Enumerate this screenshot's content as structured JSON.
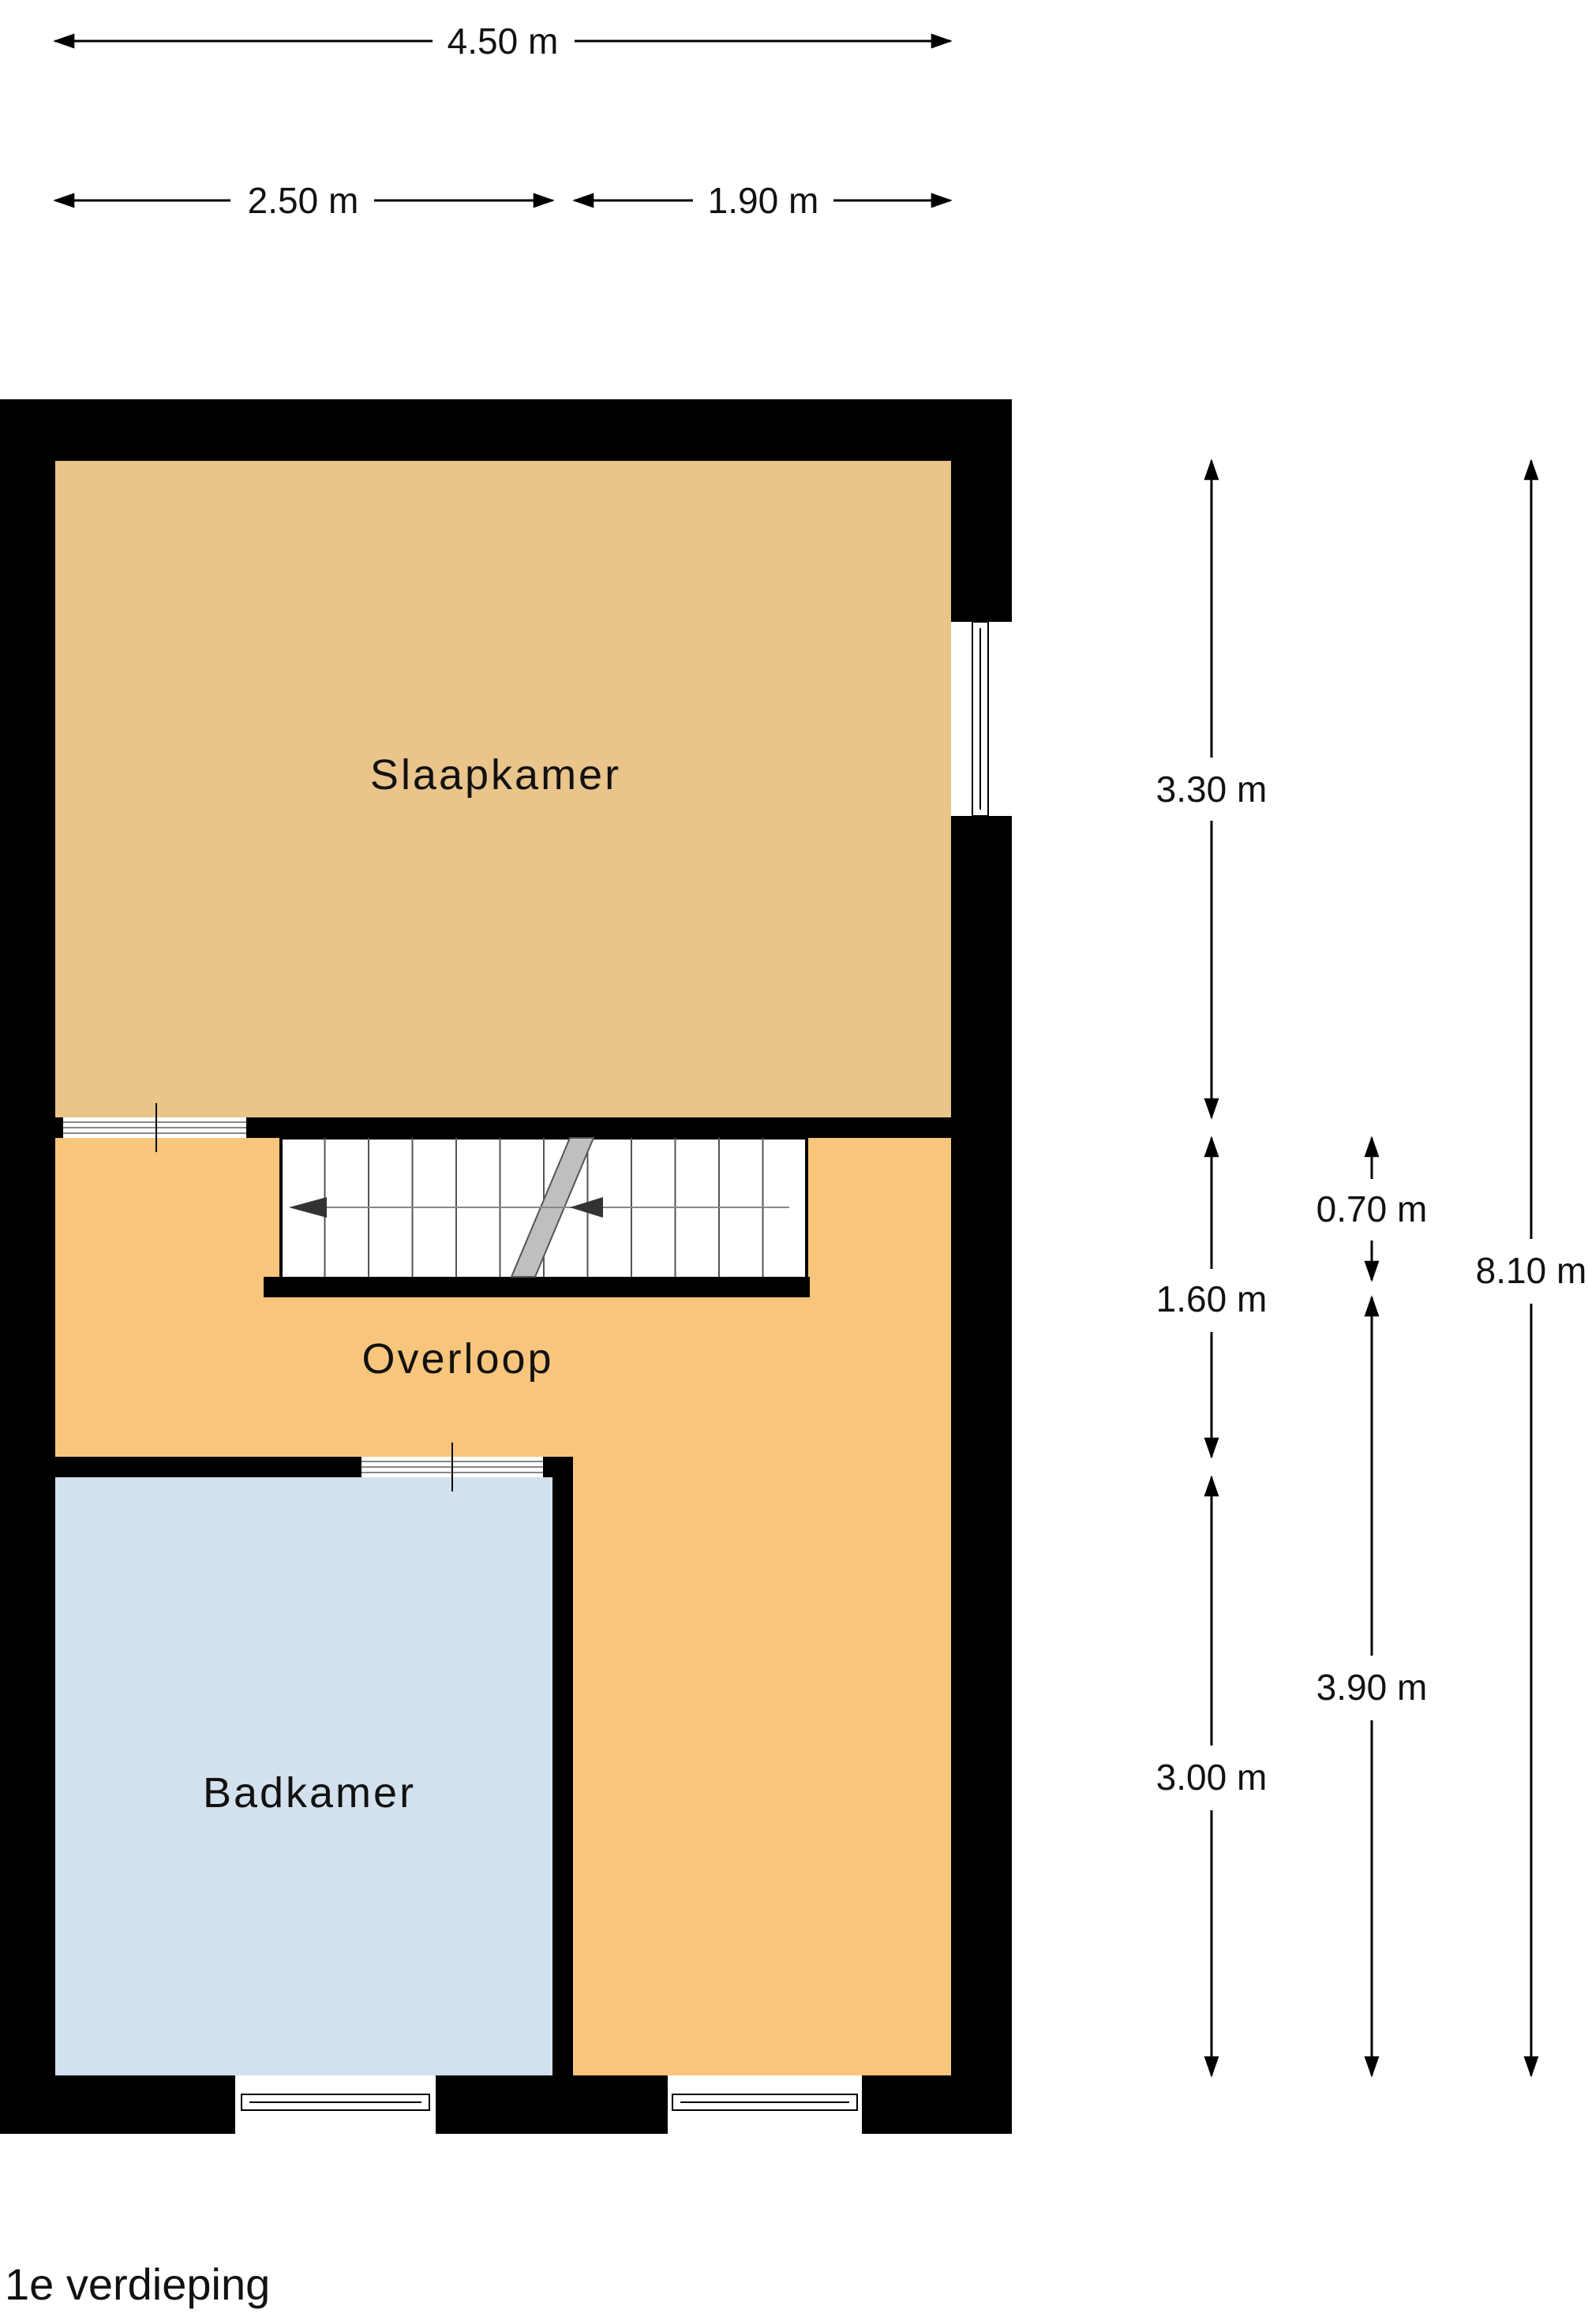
{
  "plan": {
    "floor_name": "1e verdieping",
    "colors": {
      "wall": "#000000",
      "slaapkamer": "#e9c48b",
      "overloop": "#f8c57c",
      "badkamer": "#d3e0ed",
      "dimension_line": "#000000"
    },
    "rooms": {
      "slaapkamer": "Slaapkamer",
      "overloop": "Overloop",
      "badkamer": "Badkamer"
    },
    "dimensions": {
      "total_width": "4.50 m",
      "left_width": "2.50 m",
      "right_width": "1.90 m",
      "slaapkamer_depth": "3.30 m",
      "overloop_depth": "1.60 m",
      "stair_depth": "0.70 m",
      "total_depth": "8.10 m",
      "right_lower_depth": "3.90 m",
      "badkamer_depth": "3.00 m"
    }
  }
}
